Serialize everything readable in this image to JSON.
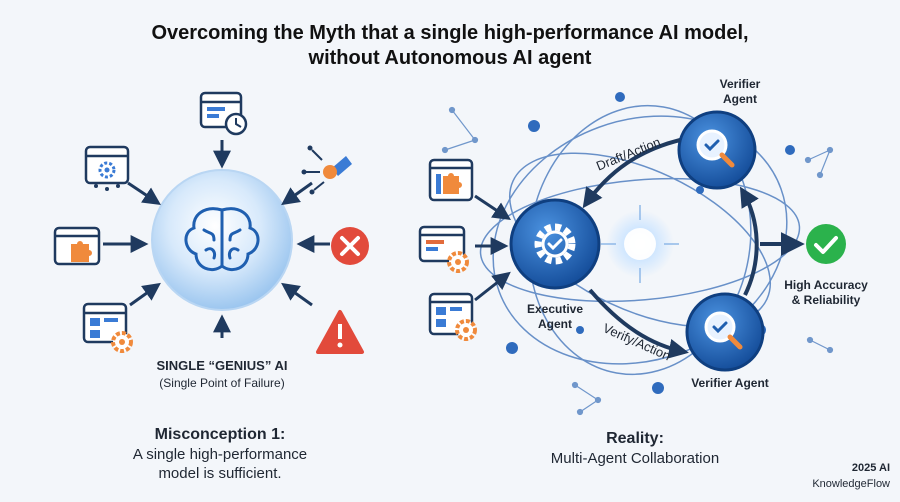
{
  "title": {
    "line1": "Overcoming the Myth that a single high-performance AI model,",
    "line2": "without Autonomous AI agent"
  },
  "left": {
    "center_label": "SINGLE “GENIUS” AI",
    "center_sublabel": "(Single Point of Failure)",
    "heading": "Misconception 1:",
    "desc_line1": "A single high-performance",
    "desc_line2": "model is sufficient.",
    "icons": [
      "window-clock-icon",
      "settings-window-icon",
      "puzzle-window-icon",
      "grid-gear-icon",
      "circuit-brush-icon",
      "error-x-icon",
      "warning-triangle-icon",
      "brain-icon"
    ]
  },
  "right": {
    "executive_label_1": "Executive",
    "executive_label_2": "Agent",
    "verifier_top_1": "Verifier",
    "verifier_top_2": "Agent",
    "verifier_bottom": "Verifier Agent",
    "draft_label": "Draft/Action",
    "verify_label": "Verify/Action",
    "result_line1": "High Accuracy",
    "result_line2": "& Reliability",
    "heading": "Reality:",
    "desc": "Multi-Agent Collaboration",
    "icons": [
      "puzzle-window-icon",
      "settings-window-icon",
      "grid-gear-icon",
      "gear-icon",
      "magnifier-check-icon",
      "check-circle-icon"
    ]
  },
  "footer": {
    "line1": "2025 AI",
    "line2": "KnowledgeFlow"
  },
  "colors": {
    "accent_blue": "#1f5fb0",
    "error_red": "#e24a3b",
    "success_green": "#2bb24c",
    "arrow_dark": "#1f3a5f"
  }
}
